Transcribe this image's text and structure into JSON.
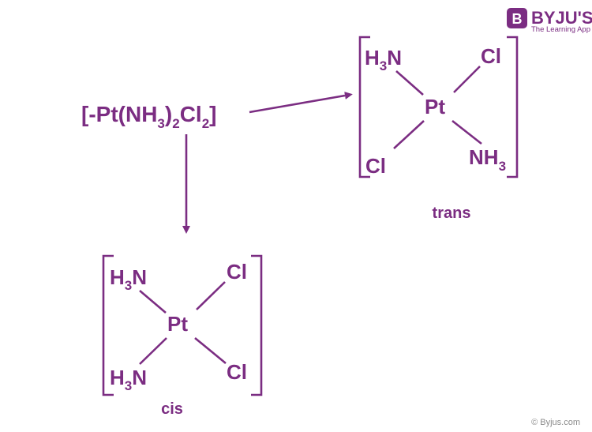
{
  "logo": {
    "mark": "B",
    "brand": "BYJU'S",
    "tagline": "The Learning App"
  },
  "copyright": "© Byjus.com",
  "formula": {
    "prefix": "[-Pt(NH",
    "sub1": "3",
    "mid1": ")",
    "sub2": "2",
    "mid2": "Cl",
    "sub3": "2",
    "suffix": "]"
  },
  "trans": {
    "label": "trans",
    "center": "Pt",
    "top_left": {
      "main": "H",
      "sub": "3",
      "tail": "N"
    },
    "top_right": "Cl",
    "bottom_left": "Cl",
    "bottom_right": {
      "main": "NH",
      "sub": "3"
    }
  },
  "cis": {
    "label": "cis",
    "center": "Pt",
    "top_left": {
      "main": "H",
      "sub": "3",
      "tail": "N"
    },
    "top_right": "Cl",
    "bottom_left": {
      "main": "H",
      "sub": "3",
      "tail": "N"
    },
    "bottom_right": "Cl"
  }
}
